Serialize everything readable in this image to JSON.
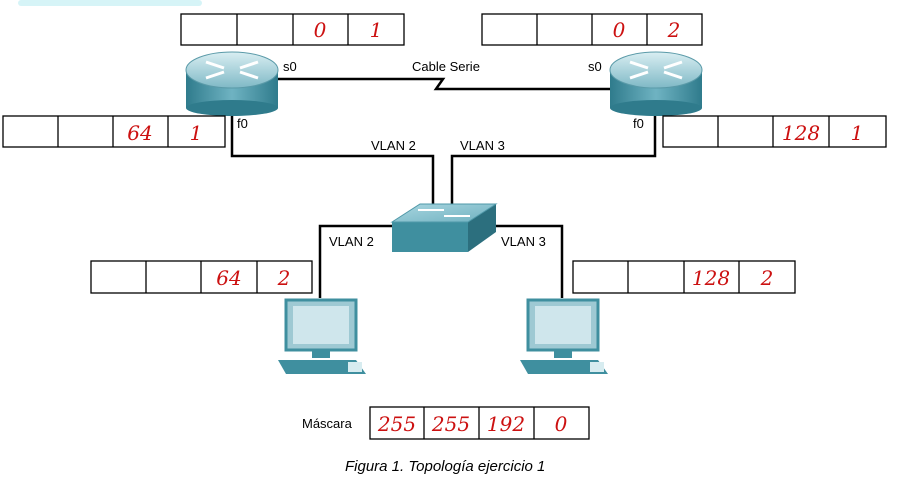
{
  "labels": {
    "cable": "Cable Serie",
    "r1_serial": "s0",
    "r2_serial": "s0",
    "r1_fast": "f0",
    "r2_fast": "f0",
    "vlan2_router": "VLAN 2",
    "vlan3_router": "VLAN 3",
    "vlan2_pc": "VLAN 2",
    "vlan3_pc": "VLAN 3",
    "mask": "Máscara"
  },
  "boxes": {
    "r1_s0": [
      "",
      "",
      "0",
      "1"
    ],
    "r2_s0": [
      "",
      "",
      "0",
      "2"
    ],
    "r1_f0": [
      "",
      "",
      "64",
      "1"
    ],
    "r2_f0": [
      "",
      "",
      "128",
      "1"
    ],
    "pc1": [
      "",
      "",
      "64",
      "2"
    ],
    "pc2": [
      "",
      "",
      "128",
      "2"
    ],
    "mask": [
      "255",
      "255",
      "192",
      "0"
    ]
  },
  "caption": "Figura 1. Topología ejercicio 1",
  "colors": {
    "handwriting": "#cc1111",
    "device_teal": "#3f8f9f",
    "top_tab": "#d6f4f7"
  }
}
